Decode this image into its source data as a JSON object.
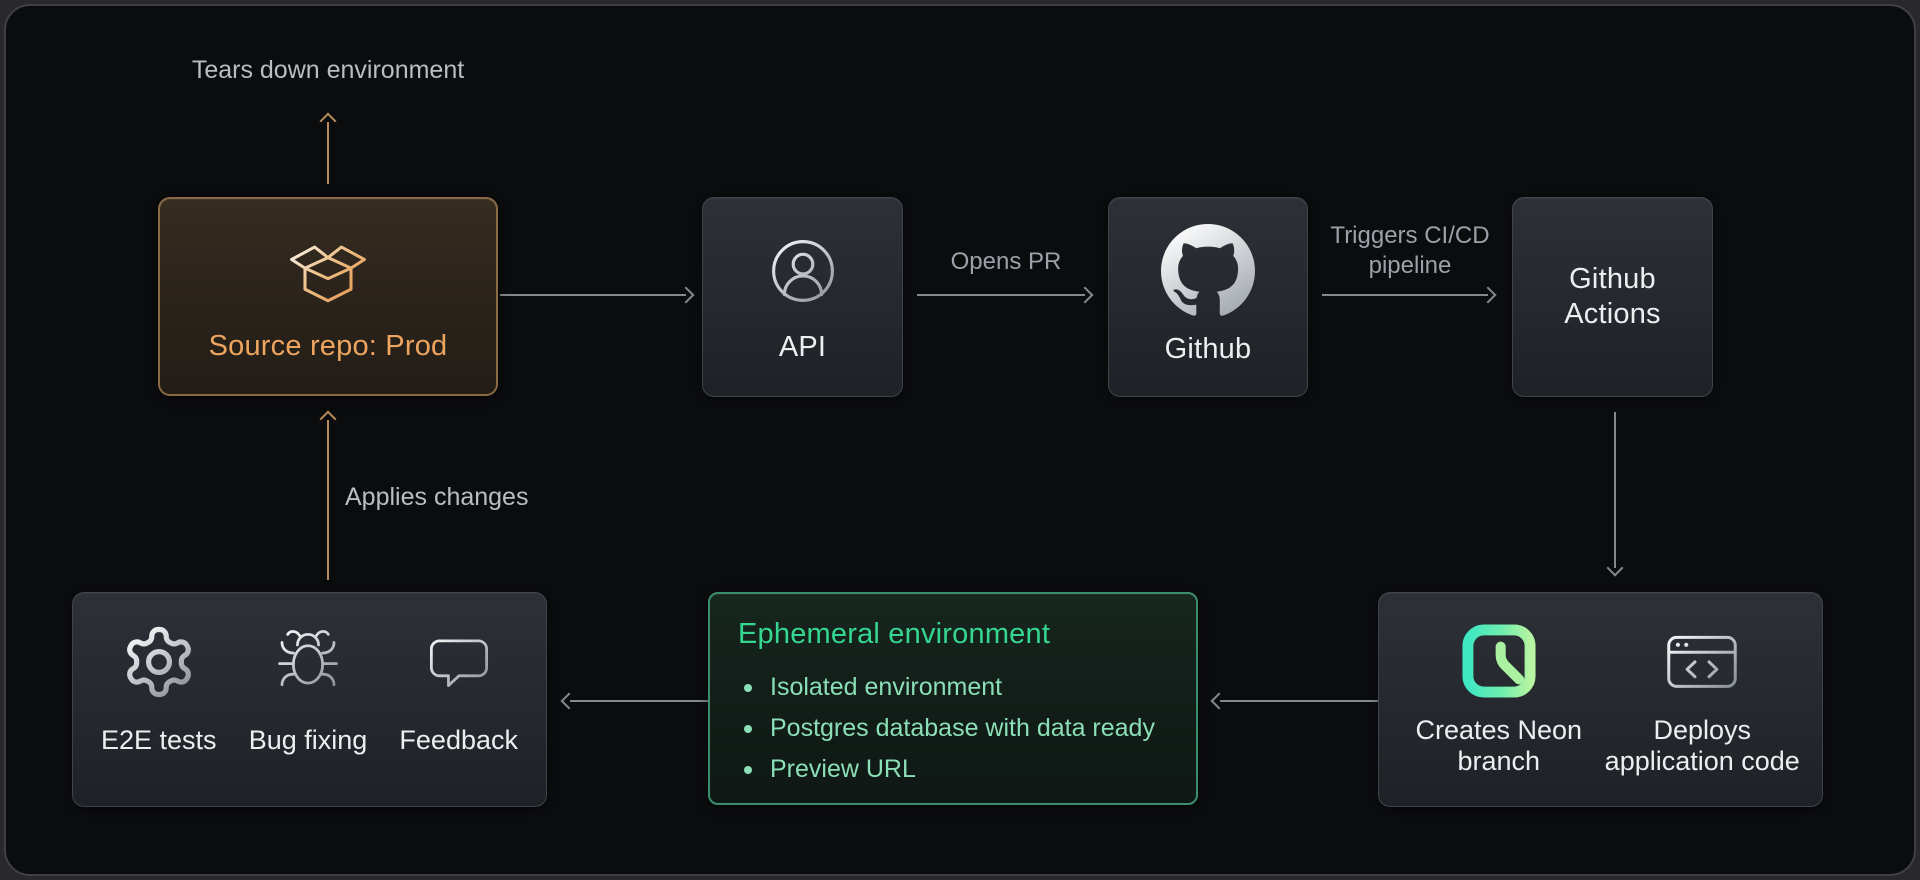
{
  "theme": {
    "accent_orange": "#EDA45E",
    "accent_green": "#35D68F",
    "bullet_green": "#8BDFB7",
    "arrow_gray": "#85898F",
    "arrow_orange": "#B68C5A",
    "label_gray": "#B9BEC4",
    "small_label_gray": "#9BA1A8",
    "node_text": "#ECEEF0",
    "canvas_bg": "#0B0C0E",
    "frame_border": "#3E4044"
  },
  "diagram": {
    "annotations": {
      "tears_down": "Tears down environment",
      "applies_changes": "Applies changes",
      "opens_pr": "Opens PR",
      "triggers_pipeline": "Triggers CI/CD pipeline"
    },
    "nodes": {
      "source_repo": {
        "label": "Source repo: Prod",
        "icon": "package-open-icon"
      },
      "api": {
        "label": "API",
        "icon": "user-icon"
      },
      "github": {
        "label": "Github",
        "icon": "github-icon"
      },
      "github_actions": {
        "label": "Github Actions"
      },
      "pipeline_outputs": {
        "items": [
          {
            "label": "Creates Neon branch",
            "icon": "neon-logo-icon"
          },
          {
            "label": "Deploys application code",
            "icon": "browser-code-icon"
          }
        ]
      },
      "ephemeral_environment": {
        "title": "Ephemeral environment",
        "bullets": [
          "Isolated environment",
          "Postgres database with data ready",
          "Preview URL"
        ]
      },
      "validation": {
        "items": [
          {
            "label": "E2E tests",
            "icon": "gear-icon"
          },
          {
            "label": "Bug fixing",
            "icon": "bug-icon"
          },
          {
            "label": "Feedback",
            "icon": "speech-bubble-icon"
          }
        ]
      }
    }
  }
}
